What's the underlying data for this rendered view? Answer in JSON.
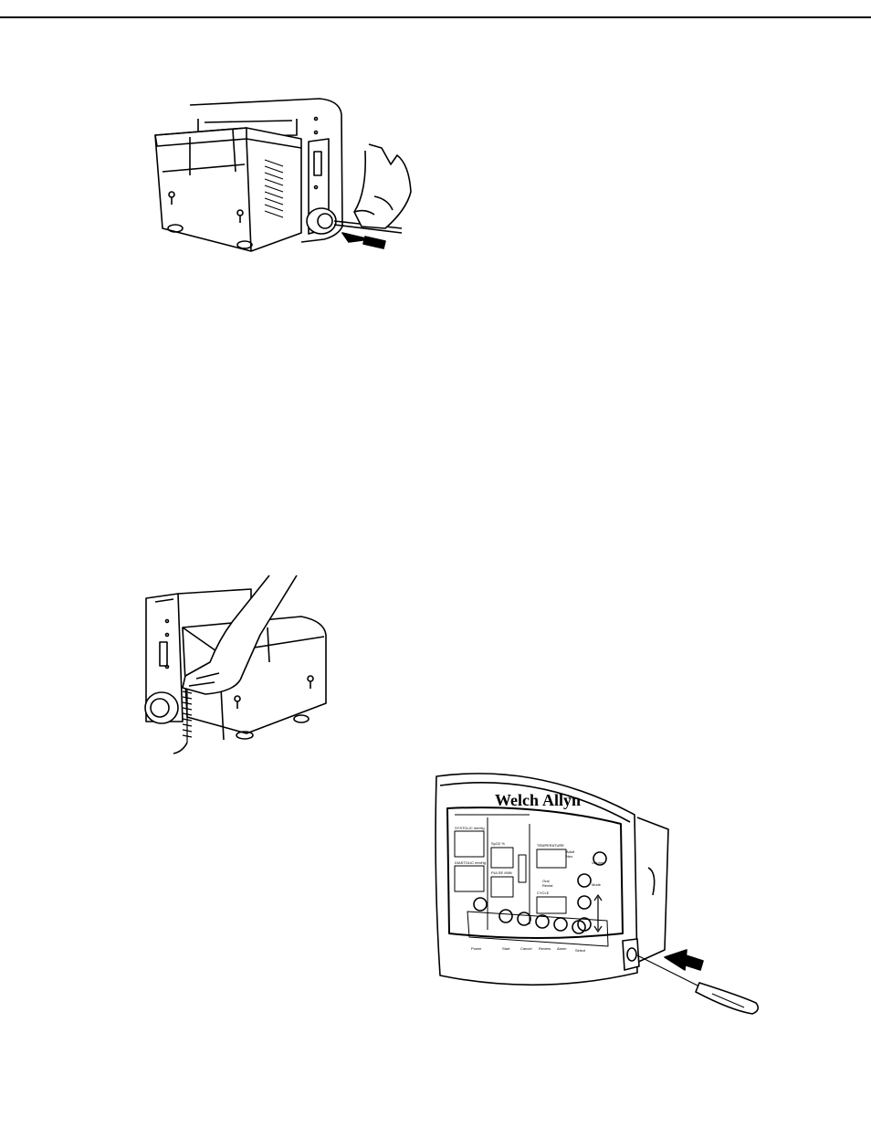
{
  "monitor": {
    "brand_left": "Welch",
    "brand_right": "Allyn",
    "brand_mark": "®",
    "labels": {
      "systolic": "SYSTOLIC",
      "systolic_unit": "mmHg",
      "diastolic": "DIASTOLIC",
      "diastolic_unit": "mmHg",
      "spo2": "SpO2 %",
      "pulse": "PULSE",
      "pulse_unit": "/MIN",
      "temperature": "TEMPERATURE",
      "cycle": "CYCLE",
      "adult": "Adult",
      "neo": "Neo",
      "oral": "Oral",
      "rectal": "Rectal",
      "volume": "Volume",
      "mode": "Mode",
      "select": "Select",
      "start": "Start",
      "cancel": "Cancel",
      "review": "Review",
      "alarm": "Alarm",
      "power": "Power"
    }
  }
}
